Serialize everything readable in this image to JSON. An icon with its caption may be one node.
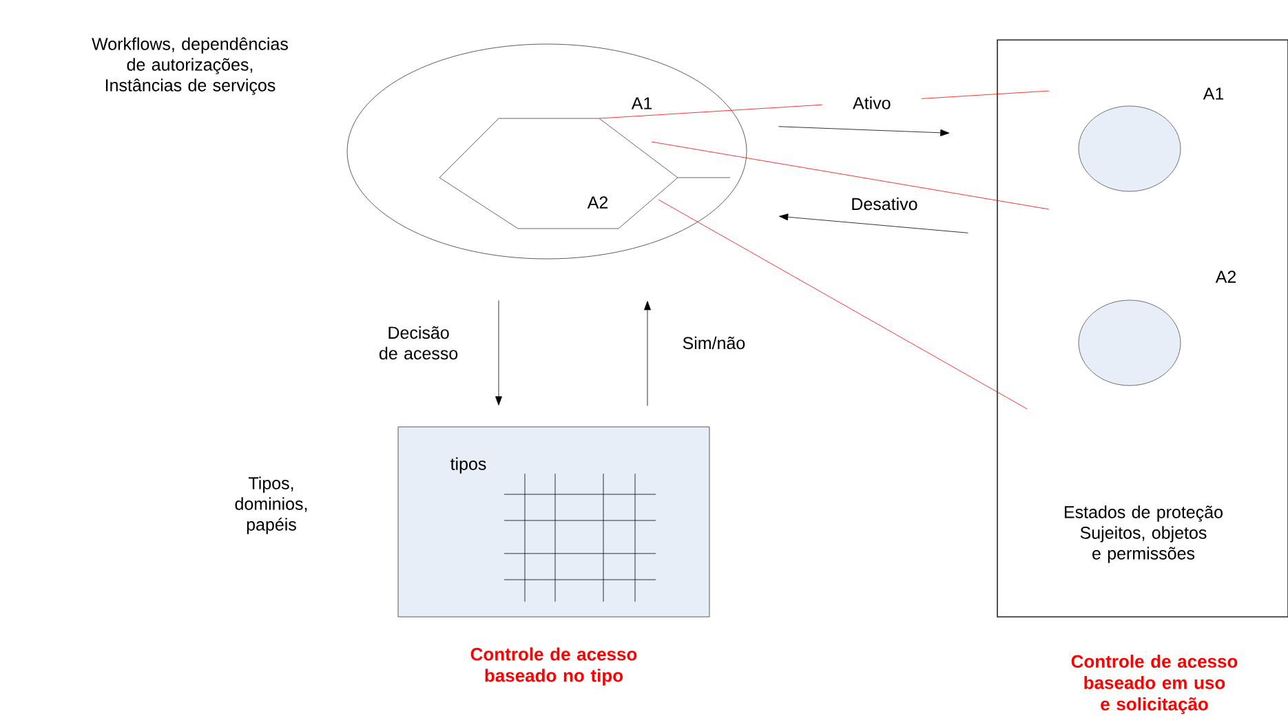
{
  "diagram": {
    "nodes": [
      {
        "text": [
          "Workflows, dependências de autorizações, Instâncias de serviços"
        ]
      },
      {
        "text": [],
        "shape": "hexagon",
        "in": 0
      },
      {
        "text": [
          "Estados de proteção Sujeitos, objetos e permissões"
        ],
        "beside": [
          "Controle de acesso baseado em uso e solicitação"
        ]
      },
      {
        "text": [],
        "shape": "circle",
        "in": 2
      },
      {
        "text": [],
        "shape": "circle",
        "in": 2
      },
      {
        "text": [
          "tipos"
        ],
        "beside": [
          "Controle de acesso baseado no tipo"
        ]
      }
    ],
    "edges": [
      {
        "from": 0,
        "to": 2,
        "arrow": "to",
        "label": "Ativo"
      },
      {
        "from": 2,
        "to": 0,
        "arrow": "to",
        "label": "Desativo"
      },
      {
        "from": 0,
        "to": 5,
        "arrow": "to",
        "label": "Decisão de acesso"
      },
      {
        "from": 5,
        "to": 0,
        "arrow": "to",
        "label": "Sim/não"
      },
      {
        "from": 1,
        "to": 2,
        "arrow": "none",
        "color": "#ff0000"
      },
      {
        "from": 1,
        "to": 2,
        "arrow": "none",
        "color": "#ff0000"
      },
      {
        "from": 1,
        "to": 2,
        "arrow": "none",
        "color": "#ff0000"
      }
    ],
    "labels": [
      "A1",
      "A2",
      "A1",
      "A2",
      "Tipos, dominios, papéis"
    ]
  }
}
